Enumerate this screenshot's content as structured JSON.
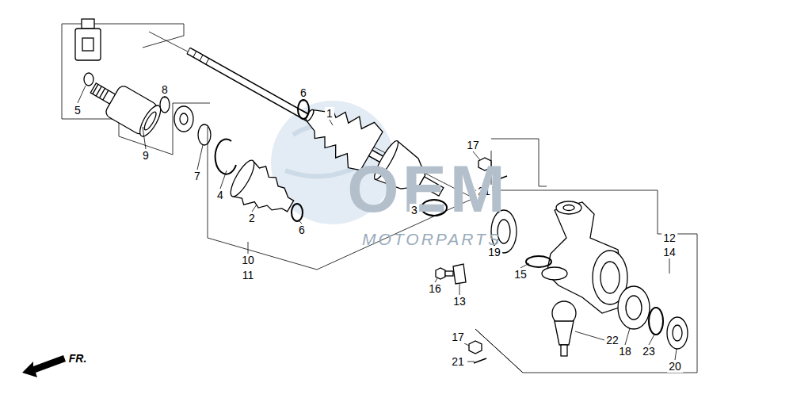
{
  "diagram": {
    "labels": [
      "5",
      "8",
      "6",
      "1",
      "17",
      "9",
      "7",
      "21",
      "OEM",
      "4",
      "3",
      "2",
      "6",
      "MOTORPARTS",
      "12",
      "14",
      "19",
      "10",
      "15",
      "11",
      "16",
      "13",
      "17",
      "22",
      "18",
      "23",
      "FR.",
      "21",
      "20"
    ]
  }
}
